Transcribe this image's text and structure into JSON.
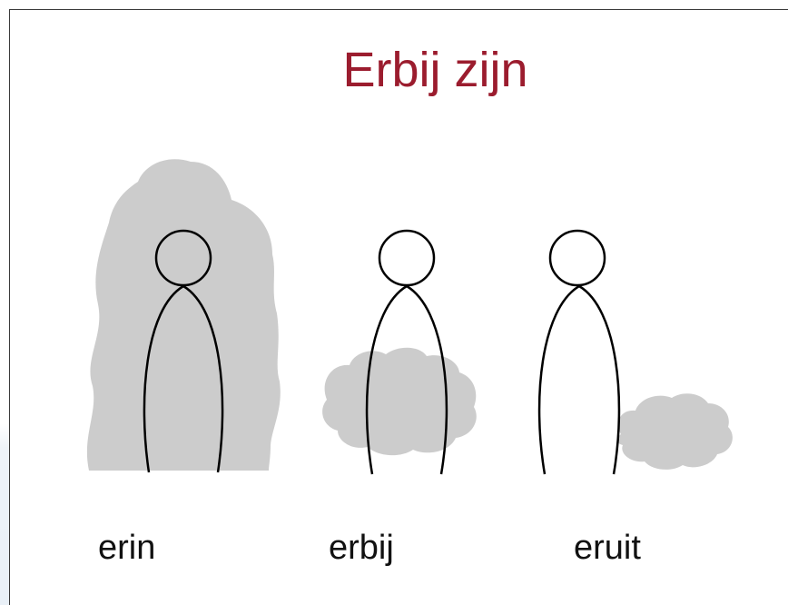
{
  "slide": {
    "title": "Erbij zijn",
    "title_color": "#9b1c2e",
    "cloud_color": "#cccccc",
    "figures": [
      {
        "label": "erin",
        "cloud_relation": "around figure"
      },
      {
        "label": "erbij",
        "cloud_relation": "at figure"
      },
      {
        "label": "eruit",
        "cloud_relation": "outside figure"
      }
    ]
  }
}
